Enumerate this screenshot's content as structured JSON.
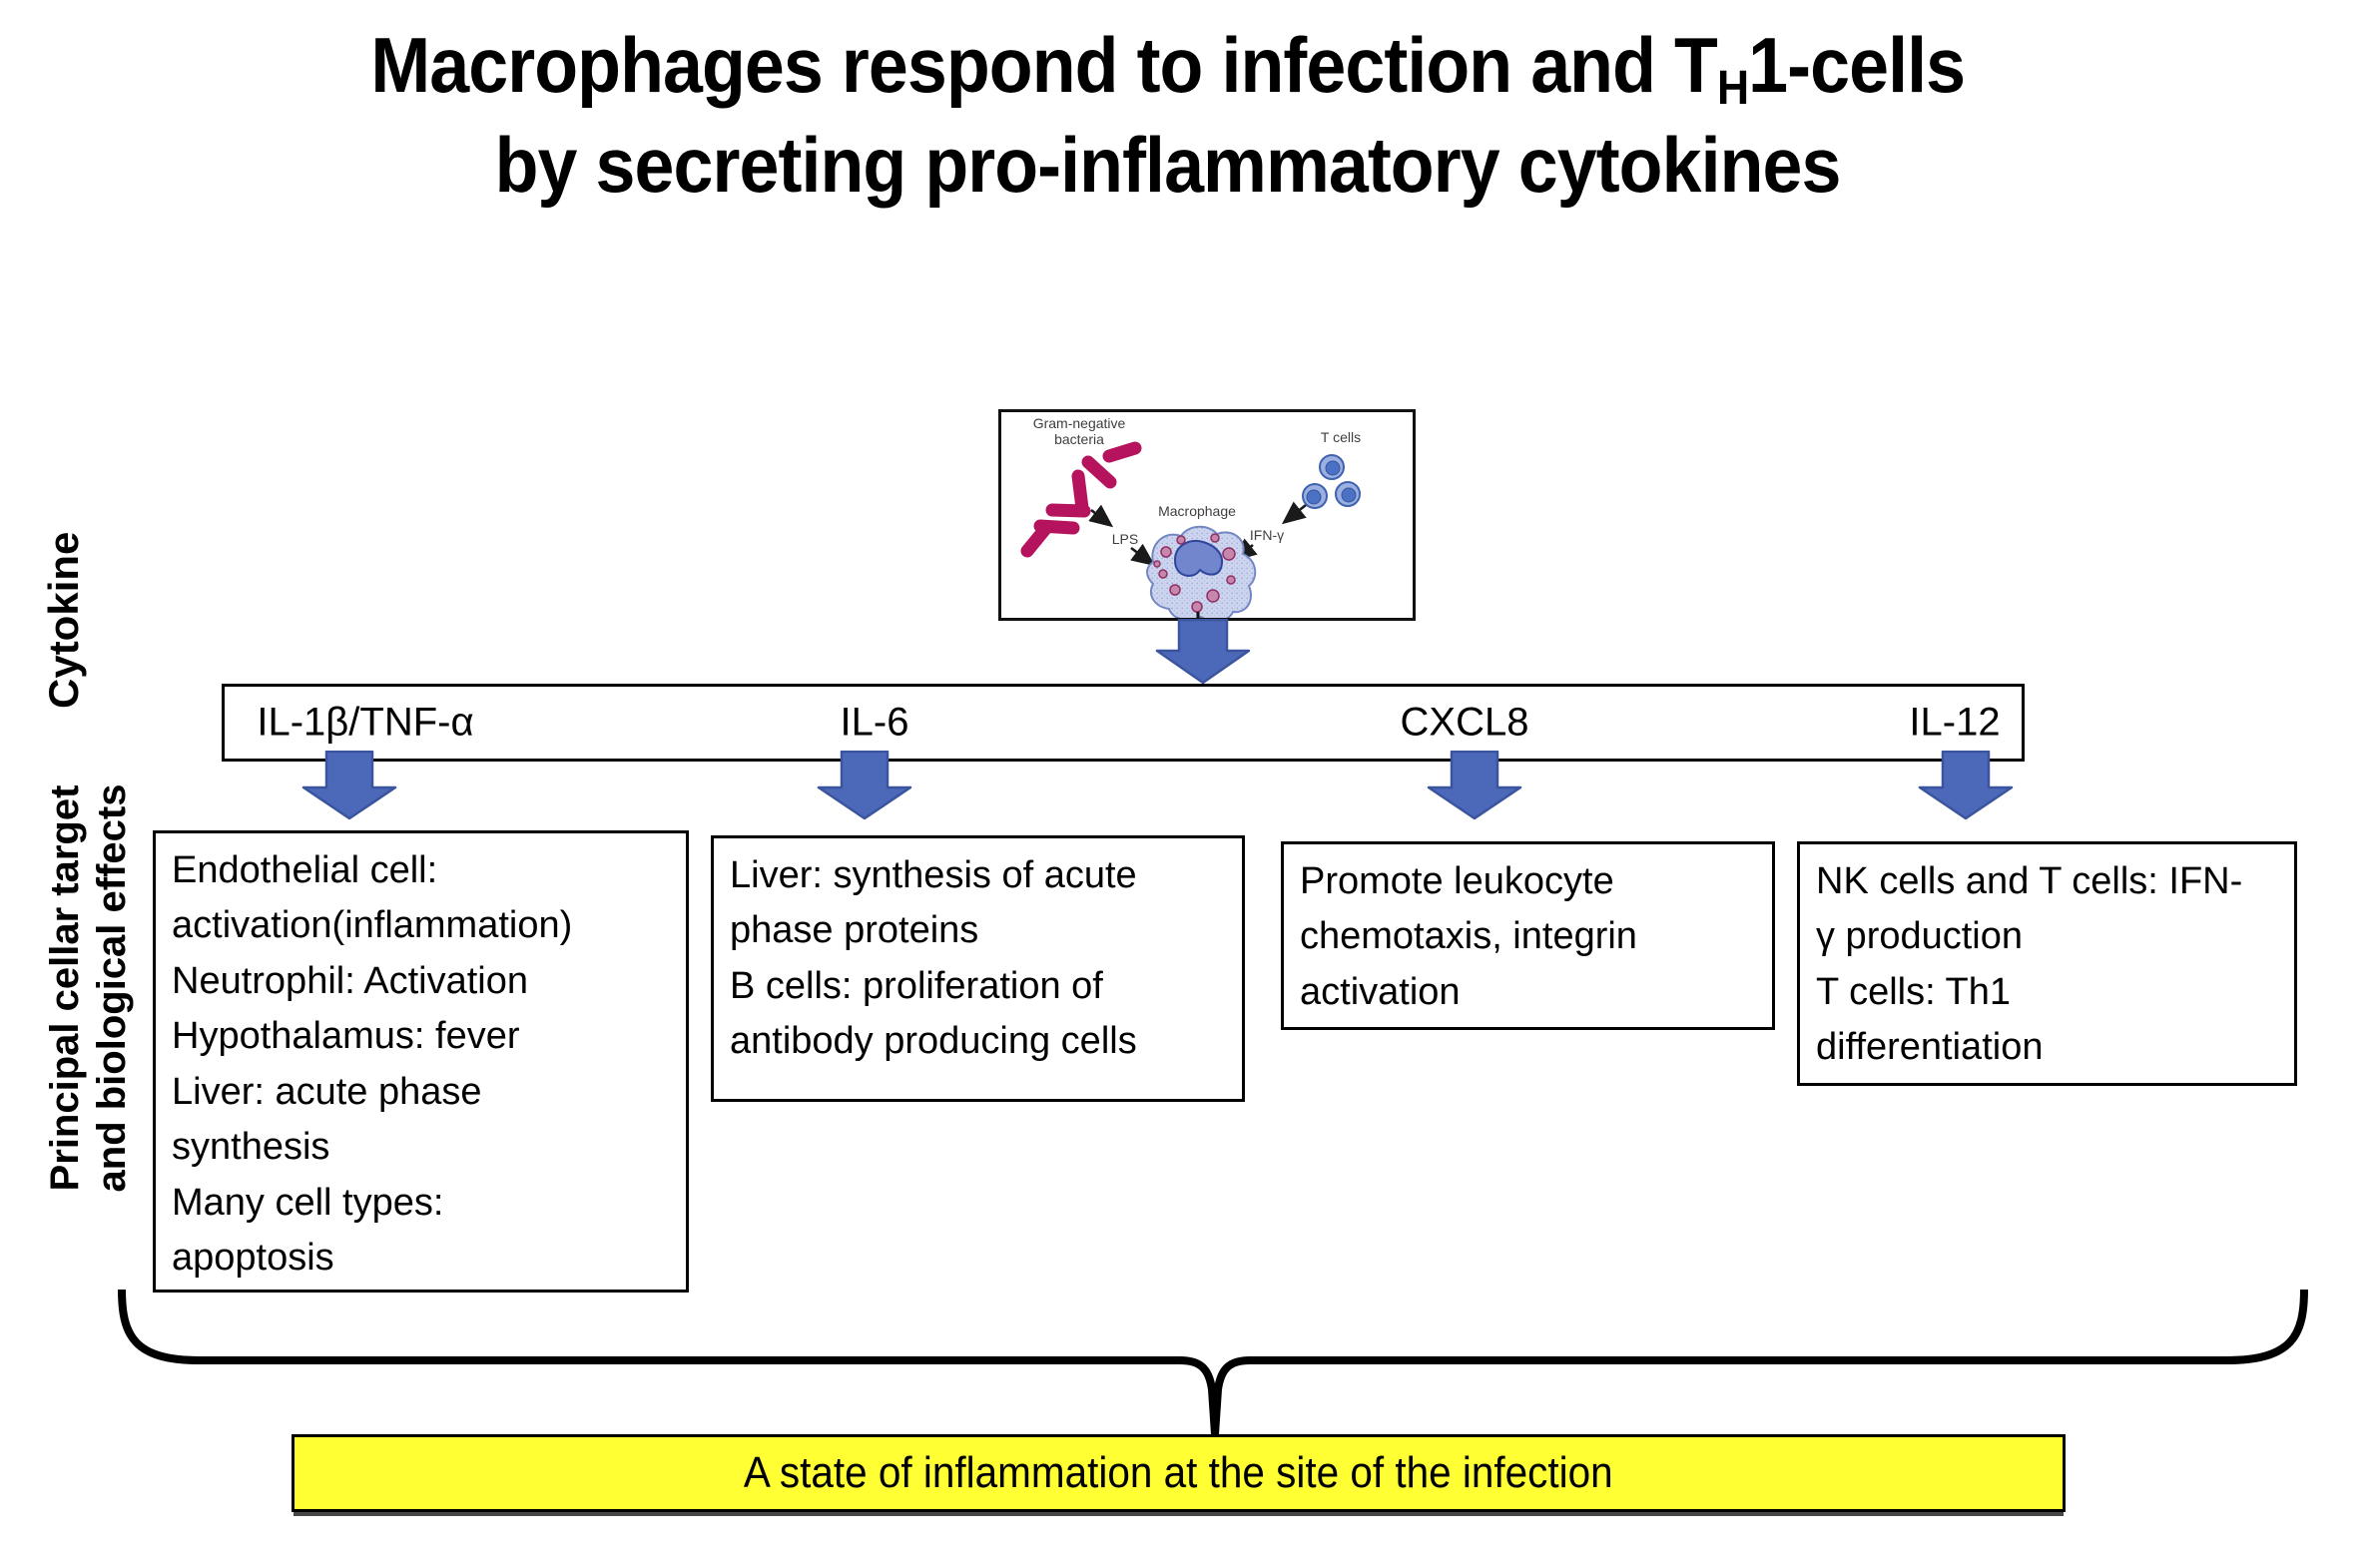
{
  "title": {
    "line1_before_sub": "Macrophages respond to infection and T",
    "line1_subscript": "H",
    "line1_after_sub": "1-cells",
    "line2": "by secreting pro-inflammatory cytokines"
  },
  "side_labels": {
    "cytokine": "Cytokine",
    "principal_line1": "Principal cellar target",
    "principal_line2": "and biological effects"
  },
  "illustration": {
    "bacteria_label_line1": "Gram-negative",
    "bacteria_label_line2": "bacteria",
    "t_cells_label": "T cells",
    "macrophage_label": "Macrophage",
    "lps_label": "LPS",
    "ifn_label": "IFN-γ"
  },
  "cytokines": [
    {
      "label": "IL-1β/TNF-α",
      "effects": "Endothelial cell:\nactivation(inflammation)\nNeutrophil: Activation\nHypothalamus: fever\nLiver: acute phase\nsynthesis\nMany cell types:\napoptosis"
    },
    {
      "label": "IL-6",
      "effects": "Liver: synthesis of acute\nphase proteins\nB cells: proliferation of\nantibody producing cells"
    },
    {
      "label": "CXCL8",
      "effects": "Promote leukocyte\nchemotaxis, integrin\nactivation"
    },
    {
      "label": "IL-12",
      "effects": "NK cells and T cells: IFN-\nγ production\nT cells: Th1\ndifferentiation"
    }
  ],
  "conclusion": "A state of inflammation at the site of the infection",
  "colors": {
    "arrow_fill": "#4c68b9",
    "arrow_stroke": "#3a549e",
    "highlight": "#ffff33",
    "bacteria": "#b5135e"
  }
}
